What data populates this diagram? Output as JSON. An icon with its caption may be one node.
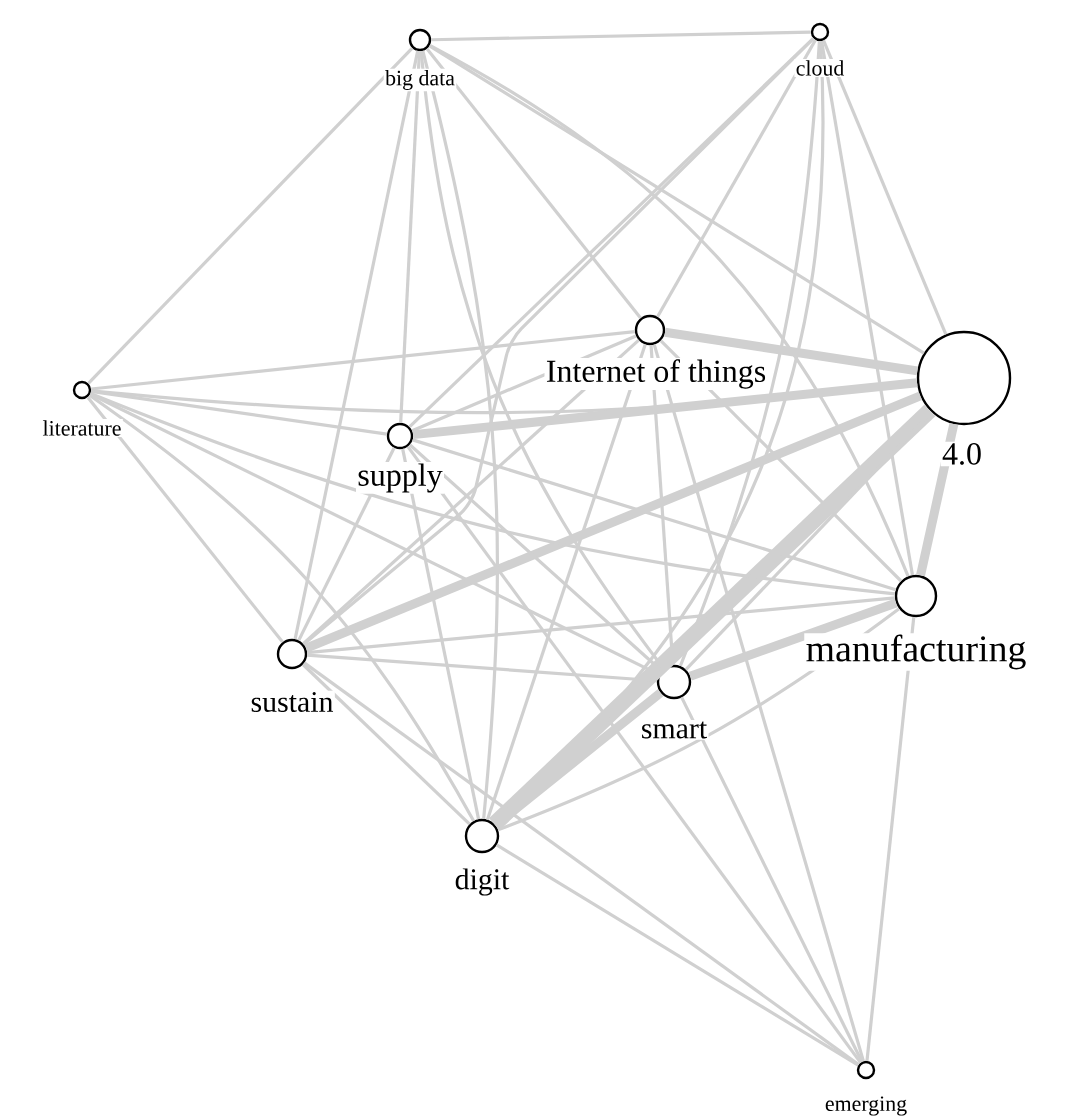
{
  "diagram": {
    "nodes": [
      {
        "text": [
          "big data"
        ]
      },
      {
        "text": [
          "cloud"
        ]
      },
      {
        "text": [
          "Internet of things"
        ]
      },
      {
        "text": [
          "4.0"
        ]
      },
      {
        "text": [
          "literature"
        ]
      },
      {
        "text": [
          "supply"
        ]
      },
      {
        "text": [
          "manufacturing"
        ]
      },
      {
        "text": [
          "sustain"
        ]
      },
      {
        "text": [
          "smart"
        ]
      },
      {
        "text": [
          "digit"
        ]
      },
      {
        "text": [
          "emerging"
        ]
      }
    ],
    "edges": [
      {
        "from": 0,
        "to": 1,
        "arrow": "none"
      },
      {
        "from": 0,
        "to": 4,
        "arrow": "none"
      },
      {
        "from": 0,
        "to": 5,
        "arrow": "none"
      },
      {
        "from": 0,
        "to": 7,
        "arrow": "none"
      },
      {
        "from": 0,
        "to": 9,
        "arrow": "none"
      },
      {
        "from": 0,
        "to": 8,
        "arrow": "none"
      },
      {
        "from": 0,
        "to": 6,
        "arrow": "none"
      },
      {
        "from": 0,
        "to": 2,
        "arrow": "none"
      },
      {
        "from": 0,
        "to": 3,
        "arrow": "none"
      },
      {
        "from": 1,
        "to": 2,
        "arrow": "none"
      },
      {
        "from": 1,
        "to": 5,
        "arrow": "none"
      },
      {
        "from": 1,
        "to": 7,
        "arrow": "none"
      },
      {
        "from": 1,
        "to": 9,
        "arrow": "none"
      },
      {
        "from": 1,
        "to": 8,
        "arrow": "none"
      },
      {
        "from": 1,
        "to": 6,
        "arrow": "none"
      },
      {
        "from": 1,
        "to": 3,
        "arrow": "none"
      },
      {
        "from": 2,
        "to": 3,
        "arrow": "none",
        "style": "thick"
      },
      {
        "from": 2,
        "to": 4,
        "arrow": "none"
      },
      {
        "from": 2,
        "to": 5,
        "arrow": "none"
      },
      {
        "from": 2,
        "to": 7,
        "arrow": "none"
      },
      {
        "from": 2,
        "to": 9,
        "arrow": "none"
      },
      {
        "from": 2,
        "to": 8,
        "arrow": "none"
      },
      {
        "from": 2,
        "to": 6,
        "arrow": "none"
      },
      {
        "from": 2,
        "to": 10,
        "arrow": "none"
      },
      {
        "from": 3,
        "to": 4,
        "arrow": "none"
      },
      {
        "from": 3,
        "to": 5,
        "arrow": "none",
        "style": "thick"
      },
      {
        "from": 3,
        "to": 7,
        "arrow": "none",
        "style": "thick"
      },
      {
        "from": 3,
        "to": 9,
        "arrow": "none",
        "style": "thick"
      },
      {
        "from": 3,
        "to": 8,
        "arrow": "none"
      },
      {
        "from": 3,
        "to": 6,
        "arrow": "none",
        "style": "thick"
      },
      {
        "from": 4,
        "to": 5,
        "arrow": "none"
      },
      {
        "from": 4,
        "to": 7,
        "arrow": "none"
      },
      {
        "from": 4,
        "to": 9,
        "arrow": "none"
      },
      {
        "from": 4,
        "to": 6,
        "arrow": "none"
      },
      {
        "from": 4,
        "to": 8,
        "arrow": "none"
      },
      {
        "from": 5,
        "to": 7,
        "arrow": "none"
      },
      {
        "from": 5,
        "to": 9,
        "arrow": "none"
      },
      {
        "from": 5,
        "to": 8,
        "arrow": "none"
      },
      {
        "from": 5,
        "to": 6,
        "arrow": "none"
      },
      {
        "from": 5,
        "to": 10,
        "arrow": "none"
      },
      {
        "from": 6,
        "to": 7,
        "arrow": "none"
      },
      {
        "from": 6,
        "to": 8,
        "arrow": "none",
        "style": "thick"
      },
      {
        "from": 6,
        "to": 9,
        "arrow": "none"
      },
      {
        "from": 6,
        "to": 10,
        "arrow": "none"
      },
      {
        "from": 7,
        "to": 8,
        "arrow": "none"
      },
      {
        "from": 7,
        "to": 9,
        "arrow": "none"
      },
      {
        "from": 7,
        "to": 10,
        "arrow": "none"
      },
      {
        "from": 8,
        "to": 9,
        "arrow": "none",
        "style": "thick"
      },
      {
        "from": 8,
        "to": 10,
        "arrow": "none"
      },
      {
        "from": 9,
        "to": 10,
        "arrow": "none"
      }
    ]
  }
}
